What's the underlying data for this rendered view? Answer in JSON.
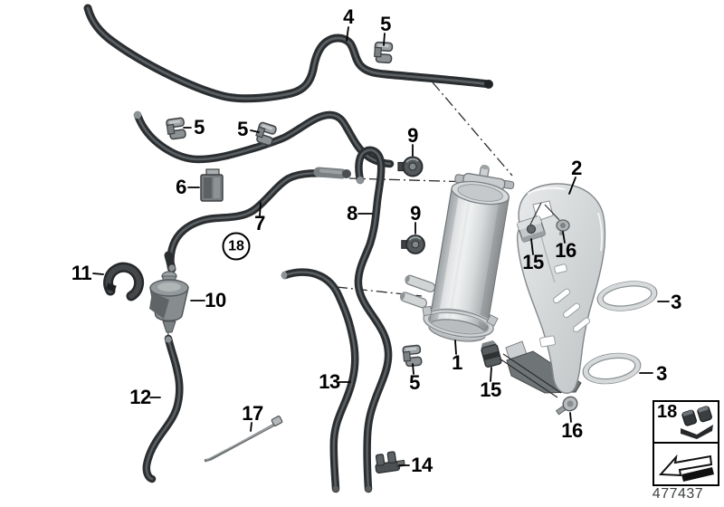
{
  "drawing_number": "477437",
  "legend": {
    "item_label": "18"
  },
  "circled_callout": {
    "label": "18"
  },
  "callouts": [
    {
      "label": "4"
    },
    {
      "label": "5"
    },
    {
      "label": "5"
    },
    {
      "label": "5"
    },
    {
      "label": "6"
    },
    {
      "label": "7"
    },
    {
      "label": "8"
    },
    {
      "label": "9"
    },
    {
      "label": "9"
    },
    {
      "label": "2"
    },
    {
      "label": "15"
    },
    {
      "label": "16"
    },
    {
      "label": "3"
    },
    {
      "label": "1"
    },
    {
      "label": "5"
    },
    {
      "label": "15"
    },
    {
      "label": "3"
    },
    {
      "label": "16"
    },
    {
      "label": "14"
    },
    {
      "label": "13"
    },
    {
      "label": "17"
    },
    {
      "label": "12"
    },
    {
      "label": "11"
    },
    {
      "label": "10"
    }
  ],
  "colors": {
    "background": "#ffffff",
    "label": "#000000",
    "hose_dark": "#2b2e30",
    "metal_light": "#d9dcdd",
    "metal_mid": "#9ba0a3",
    "drawing_number_text": "#3d3f40"
  }
}
